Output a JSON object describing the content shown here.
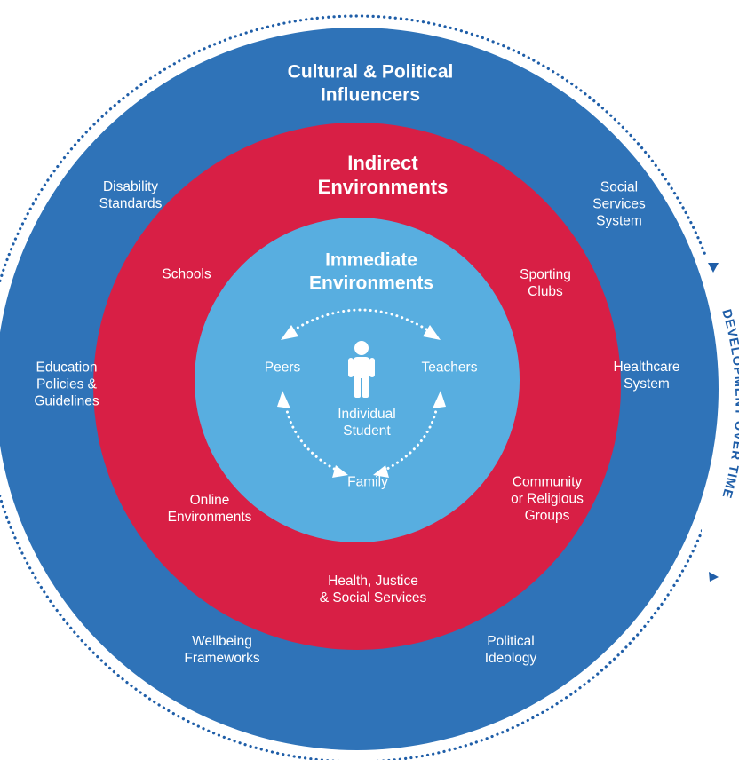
{
  "outer_ring": {
    "title_line1": "Cultural & Political",
    "title_line2": "Influencers",
    "items": [
      {
        "line1": "Disability",
        "line2": "Standards"
      },
      {
        "line1": "Social",
        "line2": "Services",
        "line3": "System"
      },
      {
        "line1": "Education",
        "line2": "Policies &",
        "line3": "Guidelines"
      },
      {
        "line1": "Healthcare",
        "line2": "System"
      },
      {
        "line1": "Wellbeing",
        "line2": "Frameworks"
      },
      {
        "line1": "Political",
        "line2": "Ideology"
      }
    ]
  },
  "middle_ring": {
    "title_line1": "Indirect",
    "title_line2": "Environments",
    "items": [
      {
        "line1": "Schools"
      },
      {
        "line1": "Sporting",
        "line2": "Clubs"
      },
      {
        "line1": "Online",
        "line2": "Environments"
      },
      {
        "line1": "Community",
        "line2": "or Religious",
        "line3": "Groups"
      },
      {
        "line1": "Health,  Justice",
        "line2": "& Social Services"
      }
    ]
  },
  "inner_circle": {
    "title_line1": "Immediate",
    "title_line2": "Environments",
    "peers": "Peers",
    "teachers": "Teachers",
    "family": "Family",
    "center_line1": "Individual",
    "center_line2": "Student",
    "center_icon": "person-icon"
  },
  "development_label": "DEVELOPMENT OVER TIME",
  "colors": {
    "outer_blue": "#2f73b8",
    "middle_red": "#d81f45",
    "inner_blue": "#58aee0",
    "dots": "#1f5ea8",
    "text": "#ffffff"
  }
}
